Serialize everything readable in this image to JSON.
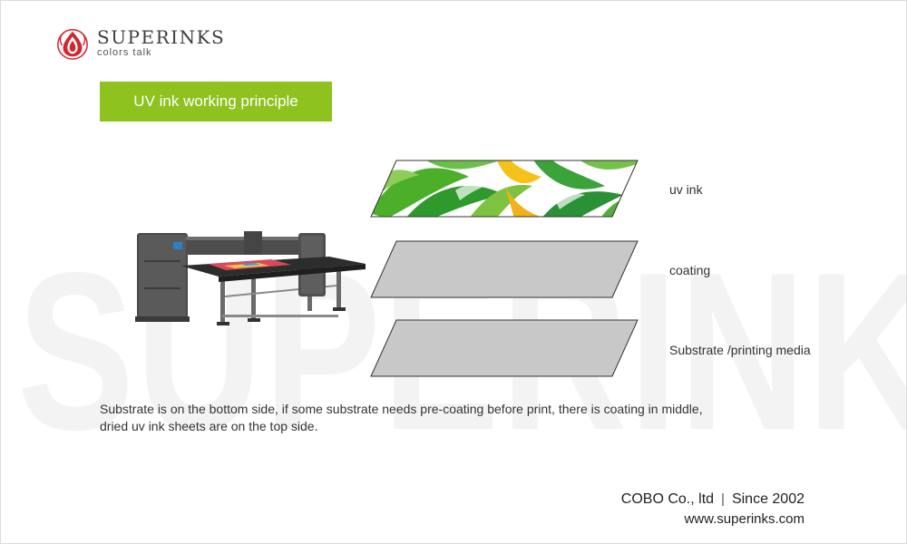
{
  "brand": {
    "name": "SUPERINKS",
    "tagline": "colors talk",
    "watermark": "SUPERINKS",
    "logo_icon": "ink-drop-flame-icon",
    "red": "#d7232c"
  },
  "title_banner": {
    "text": "UV ink working principle",
    "color": "#8dc21f"
  },
  "illustration": {
    "printer_icon": "flatbed-uv-printer-illustration",
    "layers": [
      {
        "label": "uv ink",
        "pattern": "green-yellow-leaf-pattern"
      },
      {
        "label": "coating",
        "fill": "#c8c8c8"
      },
      {
        "label": "Substrate /printing media",
        "fill": "#c8c8c8"
      }
    ]
  },
  "caption": {
    "line1": "Substrate is on the bottom side, if some substrate needs pre-coating before print, there is coating in middle,",
    "line2": "dried uv ink sheets are on the top side."
  },
  "footer": {
    "company": "COBO Co., ltd",
    "separator": "|",
    "since": "Since 2002",
    "website": "www.superinks.com"
  }
}
